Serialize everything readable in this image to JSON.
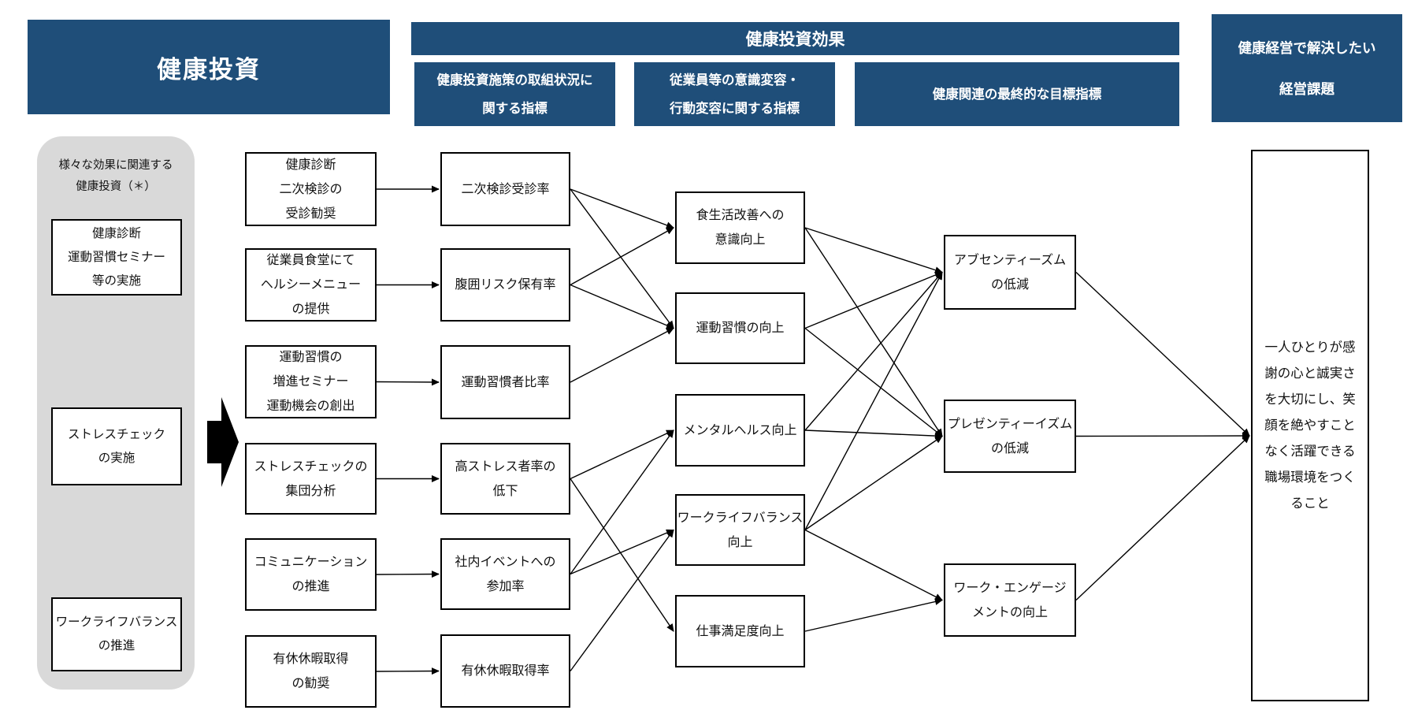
{
  "colors": {
    "header_navy": "#1f4e79",
    "panel_gray": "#d9d9d9",
    "border_blue": "#2c5f97",
    "line_black": "#000000"
  },
  "headers": {
    "investment": "健康投資",
    "effect": "健康投資効果",
    "sub_activity": "健康投資施策の取組状況に\n関する指標",
    "sub_behavior": "従業員等の意識変容・\n行動変容に関する指標",
    "sub_target": "健康関連の最終的な目標指標",
    "issue": "健康経営で解決したい\n経営課題"
  },
  "left_panel": {
    "title": "様々な効果に関連する\n健康投資（＊）",
    "items": [
      "健康診断\n運動習慣セミナー\n等の実施",
      "ストレスチェック\nの実施",
      "ワークライフバランス\nの推進"
    ]
  },
  "nodes": [
    {
      "id": "c1r1",
      "label": "健康診断\n二次検診の\n受診勧奨"
    },
    {
      "id": "c1r2",
      "label": "従業員食堂にて\nヘルシーメニュー\nの提供"
    },
    {
      "id": "c1r3",
      "label": "運動習慣の\n増進セミナー\n運動機会の創出"
    },
    {
      "id": "c1r4",
      "label": "ストレスチェックの\n集団分析"
    },
    {
      "id": "c1r5",
      "label": "コミュニケーション\nの推進"
    },
    {
      "id": "c1r6",
      "label": "有休休暇取得\nの勧奨"
    },
    {
      "id": "c2r1",
      "label": "二次検診受診率"
    },
    {
      "id": "c2r2",
      "label": "腹囲リスク保有率"
    },
    {
      "id": "c2r3",
      "label": "運動習慣者比率"
    },
    {
      "id": "c2r4",
      "label": "高ストレス者率の\n低下"
    },
    {
      "id": "c2r5",
      "label": "社内イベントへの\n参加率"
    },
    {
      "id": "c2r6",
      "label": "有休休暇取得率"
    },
    {
      "id": "c3r1",
      "label": "食生活改善への\n意識向上"
    },
    {
      "id": "c3r2",
      "label": "運動習慣の向上"
    },
    {
      "id": "c3r3",
      "label": "メンタルヘルス向上"
    },
    {
      "id": "c3r4",
      "label": "ワークライフバランス\n向上"
    },
    {
      "id": "c3r5",
      "label": "仕事満足度向上"
    },
    {
      "id": "c4r1",
      "label": "アブセンティーズム\nの低減"
    },
    {
      "id": "c4r2",
      "label": "プレゼンティーイズム\nの低減"
    },
    {
      "id": "c4r3",
      "label": "ワーク・エンゲージ\nメントの向上"
    },
    {
      "id": "goal",
      "label": "一人ひとりが感\n謝の心と誠実さ\nを大切にし、笑\n顔を絶やすこと\nなく活躍できる\n職場環境をつく\nること"
    }
  ],
  "edges": [
    [
      "c1r1",
      "c2r1"
    ],
    [
      "c1r2",
      "c2r2"
    ],
    [
      "c1r3",
      "c2r3"
    ],
    [
      "c1r4",
      "c2r4"
    ],
    [
      "c1r5",
      "c2r5"
    ],
    [
      "c1r6",
      "c2r6"
    ],
    [
      "c2r1",
      "c3r1"
    ],
    [
      "c2r2",
      "c3r1"
    ],
    [
      "c2r1",
      "c3r2"
    ],
    [
      "c2r2",
      "c3r2"
    ],
    [
      "c2r3",
      "c3r2"
    ],
    [
      "c2r4",
      "c3r3"
    ],
    [
      "c2r5",
      "c3r3"
    ],
    [
      "c2r4",
      "c3r5"
    ],
    [
      "c2r5",
      "c3r4"
    ],
    [
      "c2r6",
      "c3r4"
    ],
    [
      "c3r1",
      "c4r1"
    ],
    [
      "c3r2",
      "c4r1"
    ],
    [
      "c3r3",
      "c4r1"
    ],
    [
      "c3r4",
      "c4r1"
    ],
    [
      "c3r1",
      "c4r2"
    ],
    [
      "c3r2",
      "c4r2"
    ],
    [
      "c3r3",
      "c4r2"
    ],
    [
      "c3r4",
      "c4r2"
    ],
    [
      "c3r4",
      "c4r3"
    ],
    [
      "c3r5",
      "c4r3"
    ],
    [
      "c4r1",
      "goal"
    ],
    [
      "c4r2",
      "goal"
    ],
    [
      "c4r3",
      "goal"
    ]
  ]
}
